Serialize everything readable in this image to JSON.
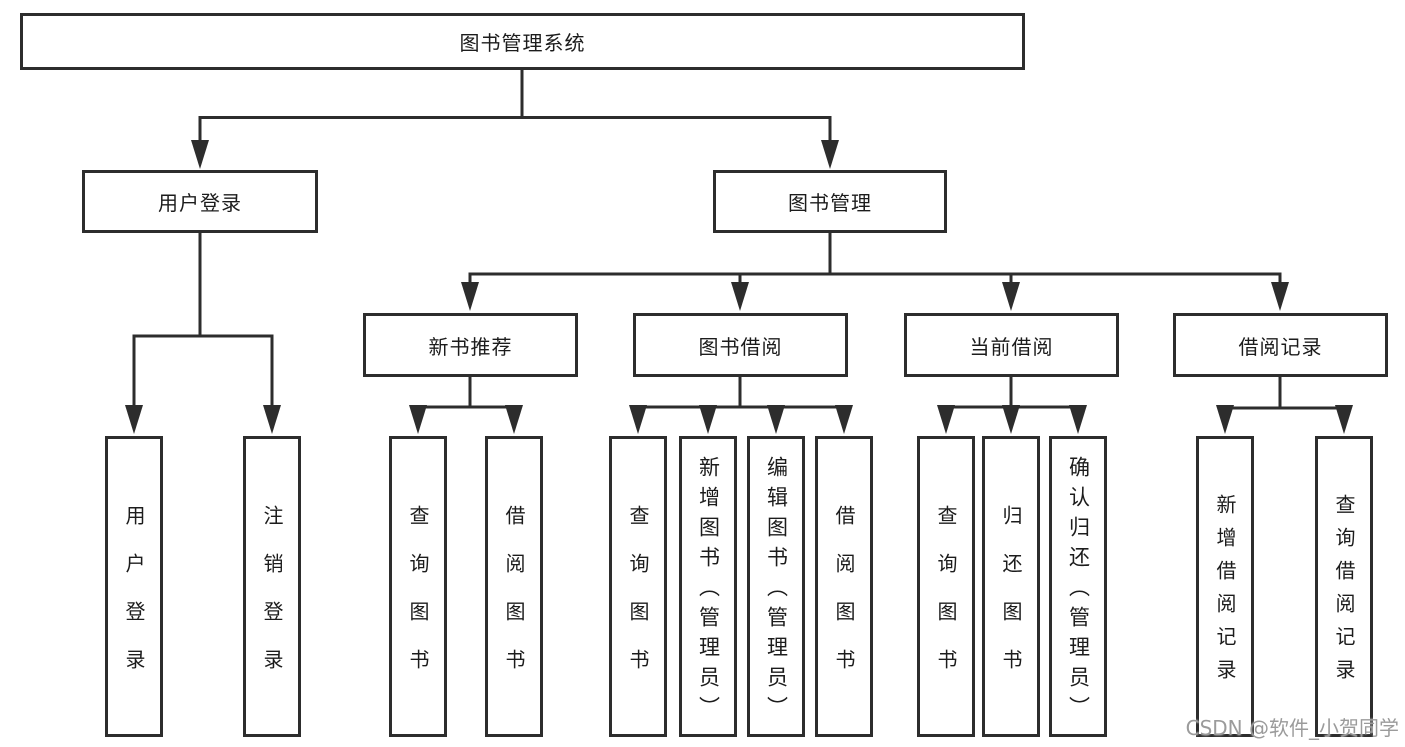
{
  "diagram": {
    "type": "tree",
    "root": {
      "label": "图书管理系统"
    },
    "level2": [
      {
        "label": "用户登录"
      },
      {
        "label": "图书管理"
      }
    ],
    "level3": [
      {
        "label": "新书推荐",
        "parent": "图书管理"
      },
      {
        "label": "图书借阅",
        "parent": "图书管理"
      },
      {
        "label": "当前借阅",
        "parent": "图书管理"
      },
      {
        "label": "借阅记录",
        "parent": "图书管理"
      }
    ],
    "level4": [
      {
        "label": "用户登录",
        "parent": "用户登录"
      },
      {
        "label": "注销登录",
        "parent": "用户登录"
      },
      {
        "label": "查询图书",
        "parent": "新书推荐"
      },
      {
        "label": "借阅图书",
        "parent": "新书推荐"
      },
      {
        "label": "查询图书",
        "parent": "图书借阅"
      },
      {
        "label": "新增图书（管理员）",
        "parent": "图书借阅"
      },
      {
        "label": "编辑图书（管理员）",
        "parent": "图书借阅"
      },
      {
        "label": "借阅图书",
        "parent": "图书借阅"
      },
      {
        "label": "查询图书",
        "parent": "当前借阅"
      },
      {
        "label": "归还图书",
        "parent": "当前借阅"
      },
      {
        "label": "确认归还（管理员）",
        "parent": "当前借阅"
      },
      {
        "label": "新增借阅记录",
        "parent": "借阅记录"
      },
      {
        "label": "查询借阅记录",
        "parent": "借阅记录"
      }
    ]
  },
  "watermark": {
    "text": "CSDN @软件_小贺同学"
  },
  "colors": {
    "line": "#2d2d2d",
    "box_border": "#2d2d2d",
    "text": "#1c1c1c",
    "watermark": "#9b9b9b",
    "background": "#ffffff"
  }
}
